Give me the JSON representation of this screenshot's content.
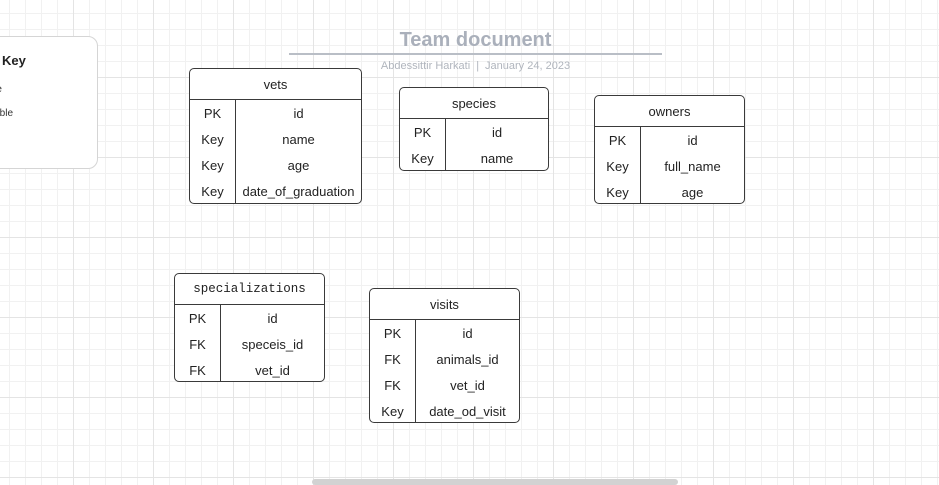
{
  "key_panel": {
    "title": "Key",
    "items": [
      "able",
      "g table"
    ]
  },
  "document": {
    "title": "Team document",
    "author": "Abdessittir Harkati",
    "separator": "|",
    "date": "January 24, 2023"
  },
  "tables": {
    "vets": {
      "name": "vets",
      "rows": [
        {
          "key": "PK",
          "field": "id"
        },
        {
          "key": "Key",
          "field": "name"
        },
        {
          "key": "Key",
          "field": "age"
        },
        {
          "key": "Key",
          "field": "date_of_graduation"
        }
      ]
    },
    "species": {
      "name": "species",
      "rows": [
        {
          "key": "PK",
          "field": "id"
        },
        {
          "key": "Key",
          "field": "name"
        }
      ]
    },
    "owners": {
      "name": "owners",
      "rows": [
        {
          "key": "PK",
          "field": "id"
        },
        {
          "key": "Key",
          "field": "full_name"
        },
        {
          "key": "Key",
          "field": "age"
        }
      ]
    },
    "specializations": {
      "name": "specializations",
      "rows": [
        {
          "key": "PK",
          "field": "id"
        },
        {
          "key": "FK",
          "field": "speceis_id"
        },
        {
          "key": "FK",
          "field": "vet_id"
        }
      ]
    },
    "visits": {
      "name": "visits",
      "rows": [
        {
          "key": "PK",
          "field": "id"
        },
        {
          "key": "FK",
          "field": "animals_id"
        },
        {
          "key": "FK",
          "field": "vet_id"
        },
        {
          "key": "Key",
          "field": "date_od_visit"
        }
      ]
    }
  }
}
